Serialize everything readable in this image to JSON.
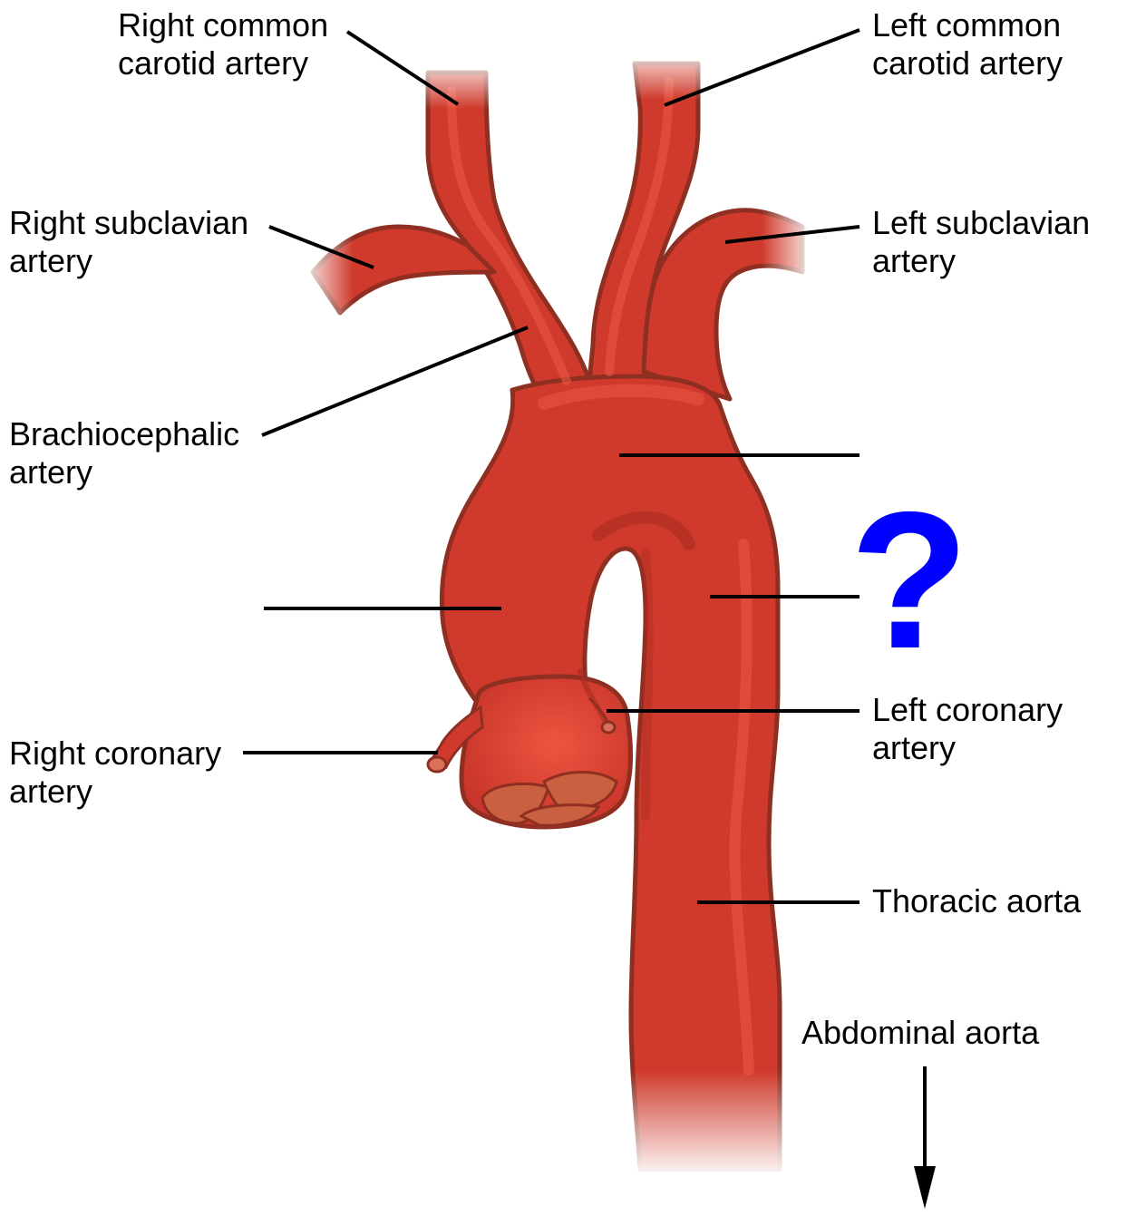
{
  "colors": {
    "vessel_fill": "#cf3a2c",
    "vessel_shade": "#a92b20",
    "vessel_highlight": "#ec5a45",
    "vessel_outline": "#8f2f22",
    "valve_fill": "#c9603f",
    "leader_line": "#000000",
    "question_mark": "#0000ff"
  },
  "labels": {
    "right_common_carotid": [
      "Right common",
      "carotid artery"
    ],
    "left_common_carotid": [
      "Left common",
      "carotid artery"
    ],
    "right_subclavian": [
      "Right subclavian",
      "artery"
    ],
    "left_subclavian": [
      "Left subclavian",
      "artery"
    ],
    "brachiocephalic": [
      "Brachiocephalic",
      "artery"
    ],
    "right_coronary": [
      "Right coronary",
      "artery"
    ],
    "left_coronary": [
      "Left coronary",
      "artery"
    ],
    "thoracic_aorta": "Thoracic aorta",
    "abdominal_aorta": "Abdominal aorta"
  },
  "question_mark": "?"
}
